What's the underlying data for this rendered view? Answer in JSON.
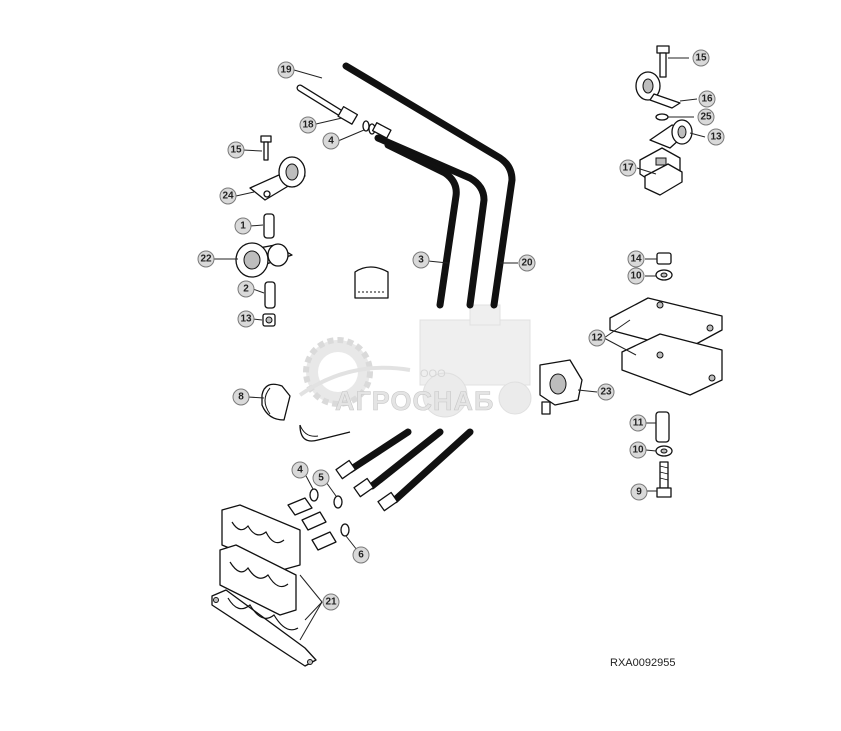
{
  "diagram": {
    "document_id": "RXA0092955",
    "callouts": [
      "19",
      "18",
      "4",
      "15",
      "24",
      "1",
      "22",
      "2",
      "13",
      "8",
      "3",
      "20",
      "15",
      "16",
      "25",
      "13",
      "17",
      "14",
      "10",
      "12",
      "23",
      "11",
      "10",
      "9",
      "4",
      "5",
      "6",
      "21"
    ]
  },
  "watermark": {
    "company_prefix": "ООО",
    "company_name": "АГРОСНАБ"
  }
}
